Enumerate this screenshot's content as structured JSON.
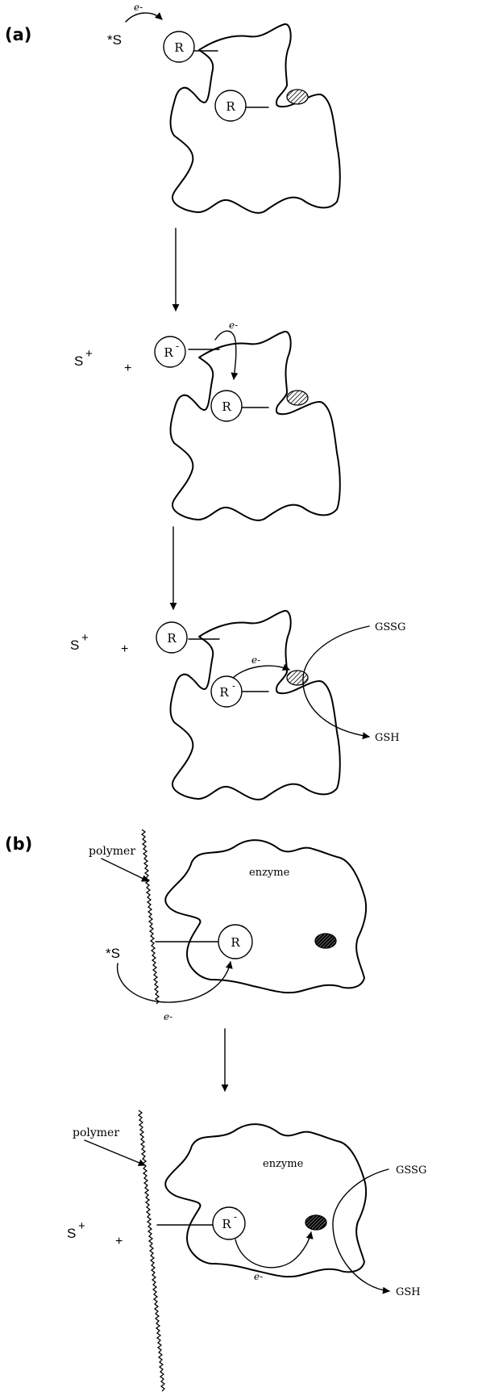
{
  "panel_a": {
    "label": "(a)",
    "step1": {
      "donor": "*S",
      "electron": "e-",
      "relay_outer": "R",
      "relay_inner": "R"
    },
    "step2": {
      "product": "S",
      "product_charge": "+",
      "plus": "+",
      "relay_outer": "R",
      "relay_outer_charge": "-",
      "electron": "e-",
      "relay_inner": "R"
    },
    "step3": {
      "product": "S",
      "product_charge": "+",
      "plus": "+",
      "relay_outer": "R",
      "relay_inner": "R",
      "relay_inner_charge": "-",
      "electron": "e-",
      "substrate": "GSSG",
      "reduced": "GSH"
    }
  },
  "panel_b": {
    "label": "(b)",
    "step1": {
      "polymer": "polymer",
      "enzyme": "enzyme",
      "donor": "*S",
      "relay": "R",
      "electron": "e-"
    },
    "step2": {
      "polymer": "polymer",
      "enzyme": "enzyme",
      "product": "S",
      "product_charge": "+",
      "plus": "+",
      "relay": "R",
      "relay_charge": "-",
      "electron": "e-",
      "substrate": "GSSG",
      "reduced": "GSH"
    }
  }
}
